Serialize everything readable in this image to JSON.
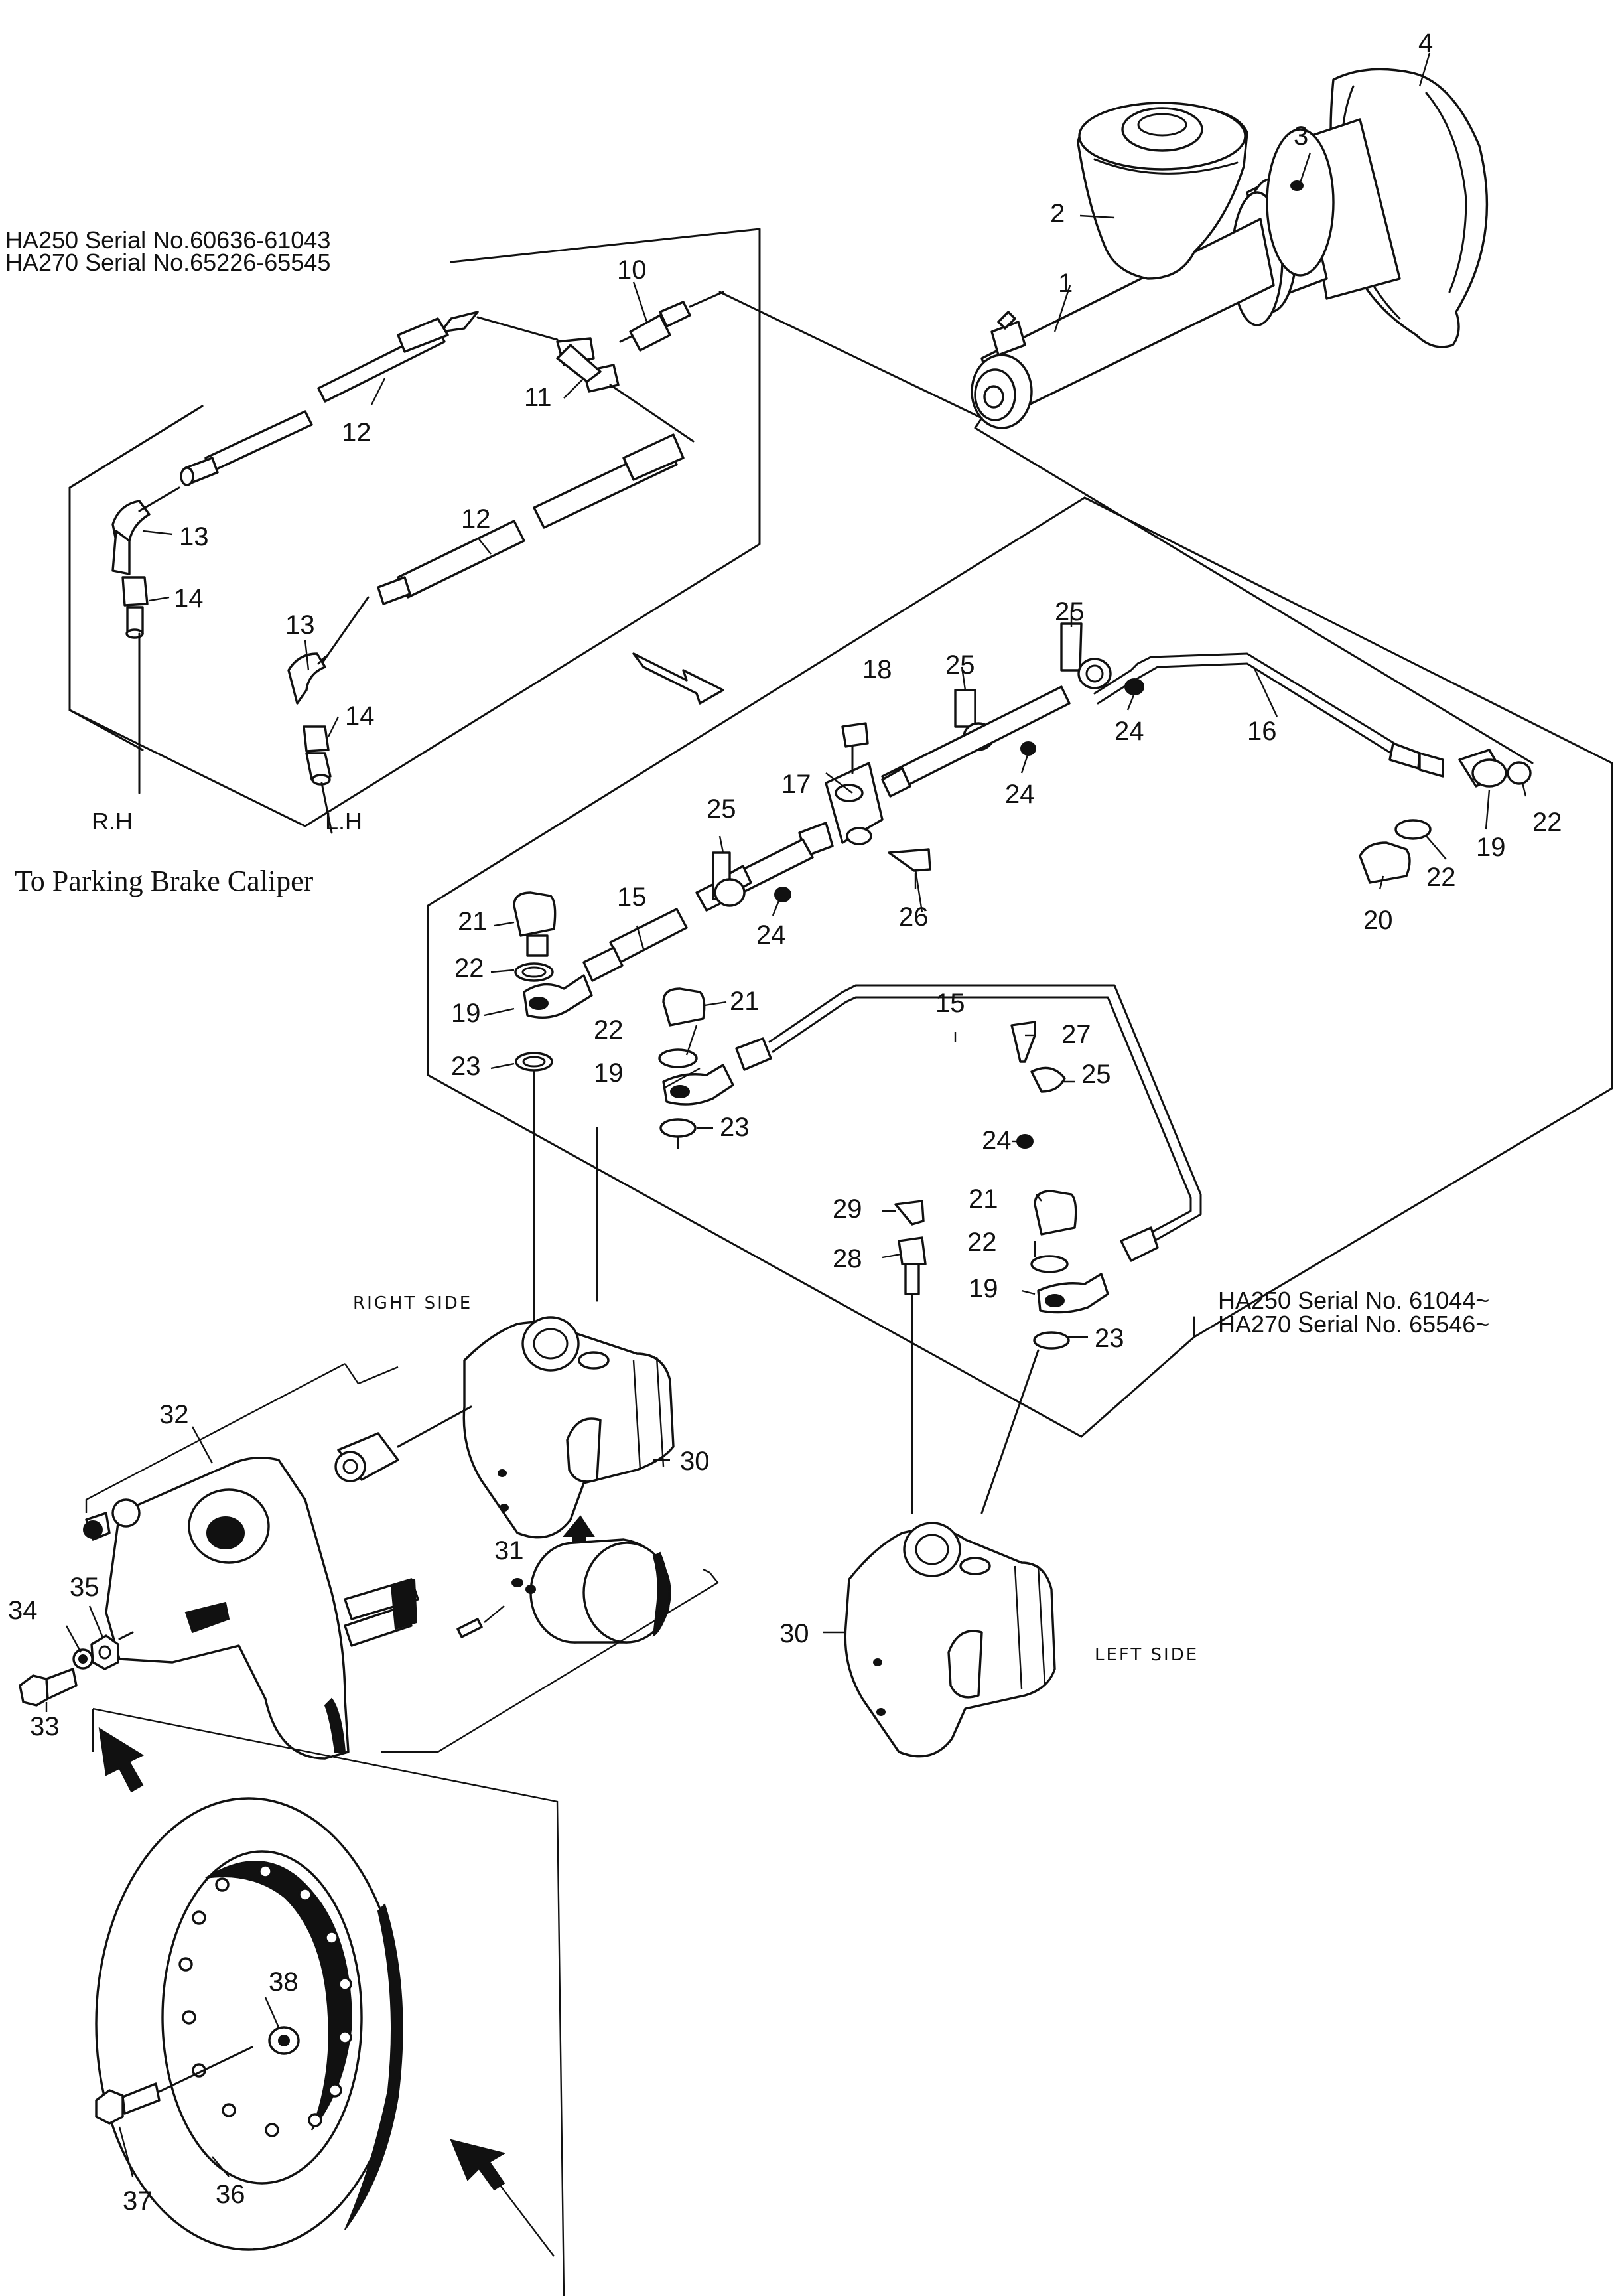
{
  "serial_notes": {
    "upper_line1": "HA250 Serial No.60636-61043",
    "upper_line2": "HA270 Serial No.65226-65545",
    "lower_line1": "HA250 Serial No. 61044~",
    "lower_line2": "HA270 Serial No. 65546~"
  },
  "labels": {
    "rh": "R.H",
    "lh": "L.H",
    "to_parking": "To Parking Brake Caliper",
    "right_side": "RIGHT SIDE",
    "left_side": "LEFT SIDE"
  },
  "callouts": {
    "p1": "1",
    "p2": "2",
    "p3": "3",
    "p4": "4",
    "p10": "10",
    "p11": "11",
    "p12a": "12",
    "p12b": "12",
    "p13a": "13",
    "p13b": "13",
    "p14a": "14",
    "p14b": "14",
    "p15a": "15",
    "p15b": "15",
    "p16": "16",
    "p17": "17",
    "p18": "18",
    "p19a": "19",
    "p19b": "19",
    "p19c": "19",
    "p19d": "19",
    "p20": "20",
    "p21a": "21",
    "p21b": "21",
    "p21c": "21",
    "p22a": "22",
    "p22b": "22",
    "p22c": "22",
    "p22d": "22",
    "p22e": "22",
    "p23a": "23",
    "p23b": "23",
    "p23c": "23",
    "p24a": "24",
    "p24b": "24",
    "p24c": "24",
    "p24d": "24",
    "p25a": "25",
    "p25b": "25",
    "p25c": "25",
    "p25d": "25",
    "p26": "26",
    "p27": "27",
    "p28": "28",
    "p29": "29",
    "p30a": "30",
    "p30b": "30",
    "p31": "31",
    "p32": "32",
    "p33": "33",
    "p34": "34",
    "p35": "35",
    "p36": "36",
    "p37": "37",
    "p38": "38"
  }
}
